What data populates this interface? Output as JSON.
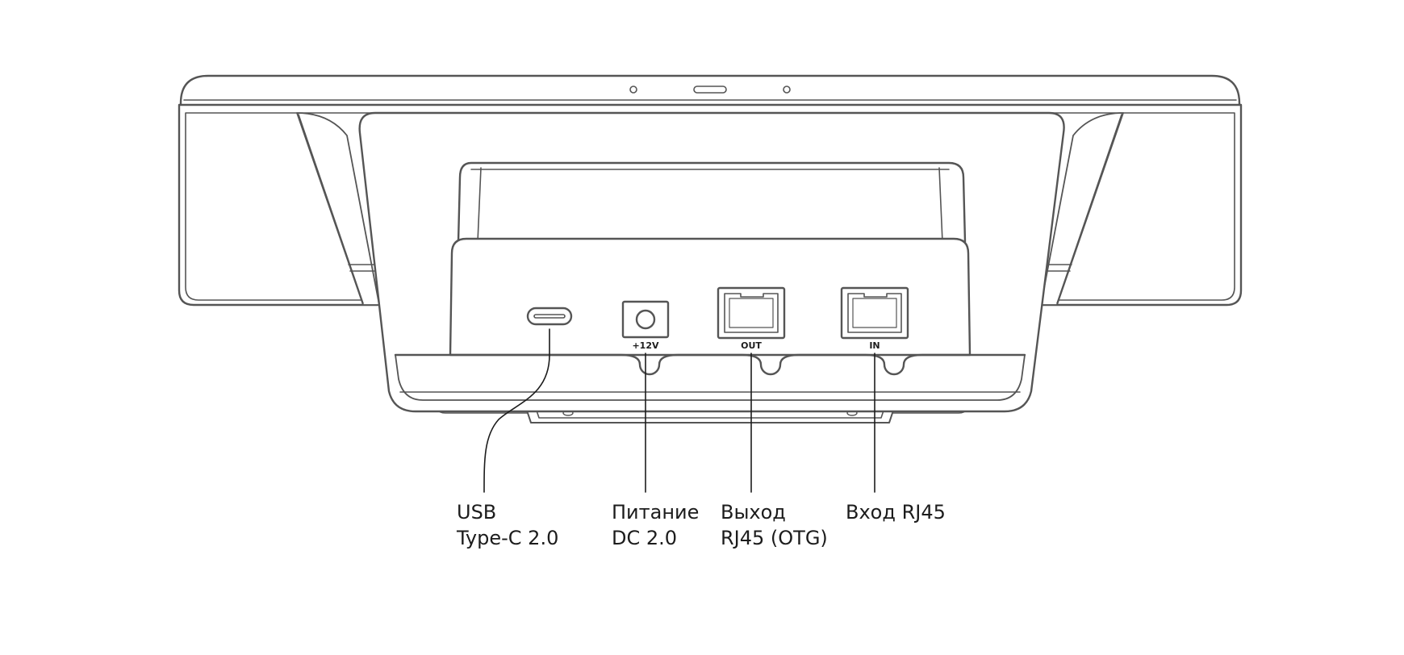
{
  "ports": {
    "usb": {
      "silk": "",
      "label_lines": [
        "USB",
        "Type-C 2.0"
      ]
    },
    "power": {
      "silk": "+12V",
      "label_lines": [
        "Питание",
        "DC 2.0"
      ]
    },
    "out": {
      "silk": "OUT",
      "label_lines": [
        "Выход",
        "RJ45 (OTG)"
      ]
    },
    "in": {
      "silk": "IN",
      "label_lines": [
        "Вход RJ45"
      ]
    }
  },
  "colors": {
    "stroke": "#555555",
    "fill": "#ffffff",
    "text": "#1c1c1c"
  }
}
